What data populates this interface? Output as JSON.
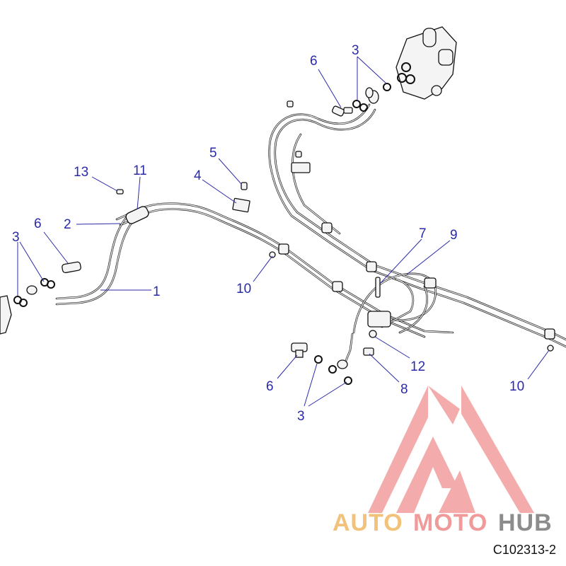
{
  "diagram": {
    "callouts": [
      {
        "id": "c13",
        "text": "13"
      },
      {
        "id": "c11",
        "text": "11"
      },
      {
        "id": "c5",
        "text": "5"
      },
      {
        "id": "c4",
        "text": "4"
      },
      {
        "id": "c2",
        "text": "2"
      },
      {
        "id": "c6a",
        "text": "6"
      },
      {
        "id": "c3a",
        "text": "3"
      },
      {
        "id": "c1",
        "text": "1"
      },
      {
        "id": "c10a",
        "text": "10"
      },
      {
        "id": "c6b",
        "text": "6"
      },
      {
        "id": "c3b",
        "text": "3"
      },
      {
        "id": "c7",
        "text": "7"
      },
      {
        "id": "c9",
        "text": "9"
      },
      {
        "id": "c12",
        "text": "12"
      },
      {
        "id": "c6c",
        "text": "6"
      },
      {
        "id": "c8",
        "text": "8"
      },
      {
        "id": "c3c",
        "text": "3"
      },
      {
        "id": "c10b",
        "text": "10"
      }
    ],
    "part_number": "C102313-2"
  },
  "watermark": {
    "text_auto": "AUTO",
    "text_moto": "MOTO",
    "text_hub": "HUB",
    "color_auto": "#f2c27a",
    "color_moto": "#f19a9a",
    "color_hub": "#8c8c8c",
    "color_triangle": "#ef8f8f"
  }
}
